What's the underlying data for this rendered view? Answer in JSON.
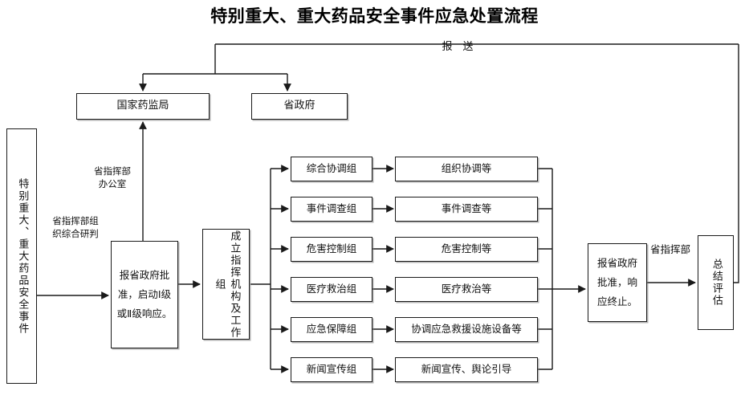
{
  "title": "特别重大、重大药品安全事件应急处置流程",
  "labels": {
    "report_send": "报　送",
    "prov_hq_office": "省指挥部\n办公室",
    "prov_hq_research": "省指挥部组\n织综合研判",
    "prov_hq": "省指挥部"
  },
  "nodes": {
    "source_event": "特别重大、重大药品安全事件",
    "national_nmpa": "国家药监局",
    "provincial_gov": "省政府",
    "approve_start": "报省政府批准，启动Ⅰ级或Ⅱ级响应。",
    "setup_hq": "成立指挥机构及工作组",
    "approve_end": "报省政府批准，响应终止。",
    "summary_eval": "总结评估"
  },
  "workgroups": [
    {
      "group": "综合协调组",
      "duty": "组织协调等"
    },
    {
      "group": "事件调查组",
      "duty": "事件调查等"
    },
    {
      "group": "危害控制组",
      "duty": "危害控制等"
    },
    {
      "group": "医疗救治组",
      "duty": "医疗救治等"
    },
    {
      "group": "应急保障组",
      "duty": "协调应急救援设施设备等"
    },
    {
      "group": "新闻宣传组",
      "duty": "新闻宣传、舆论引导"
    }
  ],
  "colors": {
    "line": "#1a1a1a",
    "box_border": "#1a1a1a",
    "text": "#111111",
    "background": "#ffffff",
    "shadow": "#787878"
  }
}
